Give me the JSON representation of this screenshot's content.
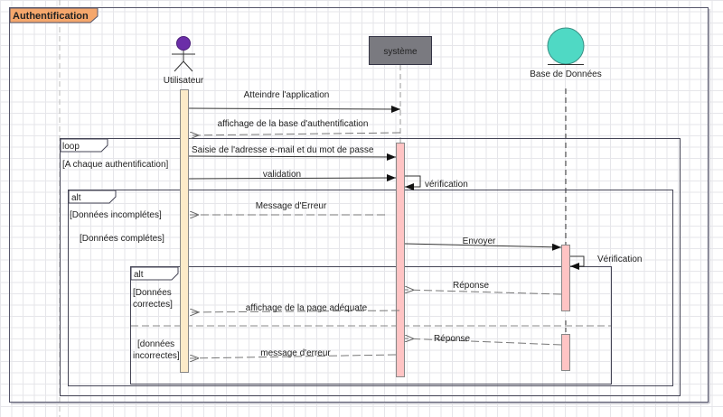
{
  "diagram": {
    "frame_title": "Authentification",
    "frame_title_color": "#f5a76c",
    "lifelines": [
      {
        "id": "user",
        "label": "Utilisateur",
        "kind": "actor",
        "color": "#6b2ea8",
        "activation_color": "#fdebc8"
      },
      {
        "id": "system",
        "label": "système",
        "kind": "object",
        "color": "#7a7a80",
        "activation_color": "#ffc4c4"
      },
      {
        "id": "db",
        "label": "Base de Données",
        "kind": "entity",
        "color": "#4fd9c4",
        "activation_color": "#ffc4c4"
      }
    ],
    "messages": [
      {
        "label": "Atteindre l'application",
        "from": "user",
        "to": "system",
        "type": "sync"
      },
      {
        "label": "affichage de la base d'authentification",
        "from": "system",
        "to": "user",
        "type": "reply"
      },
      {
        "label": "Saisie de  l'adresse e-mail et du mot de passe",
        "from": "user",
        "to": "system",
        "type": "sync"
      },
      {
        "label": "validation",
        "from": "user",
        "to": "system",
        "type": "sync"
      },
      {
        "label": "vérification",
        "from": "system",
        "to": "system",
        "type": "self"
      },
      {
        "label": "Message d'Erreur",
        "from": "system",
        "to": "user",
        "type": "reply"
      },
      {
        "label": "Envoyer",
        "from": "system",
        "to": "db",
        "type": "sync"
      },
      {
        "label": "Vérification",
        "from": "db",
        "to": "db",
        "type": "self"
      },
      {
        "label": "Réponse",
        "from": "db",
        "to": "system",
        "type": "reply"
      },
      {
        "label": "affichage de la page adéquate",
        "from": "system",
        "to": "user",
        "type": "reply"
      },
      {
        "label": "Réponse",
        "from": "db",
        "to": "system",
        "type": "reply"
      },
      {
        "label": "message d'erreur",
        "from": "system",
        "to": "user",
        "type": "reply"
      }
    ],
    "fragments": {
      "loop": {
        "operator": "loop",
        "guard": "[A chaque authentification]"
      },
      "alt_outer": {
        "operator": "alt",
        "guards": [
          "[Données incomplétes]",
          "[Données complétes]"
        ]
      },
      "alt_inner": {
        "operator": "alt",
        "guards": [
          "[Données\ncorrectes]",
          "[données\nincorrectes]"
        ]
      }
    }
  }
}
